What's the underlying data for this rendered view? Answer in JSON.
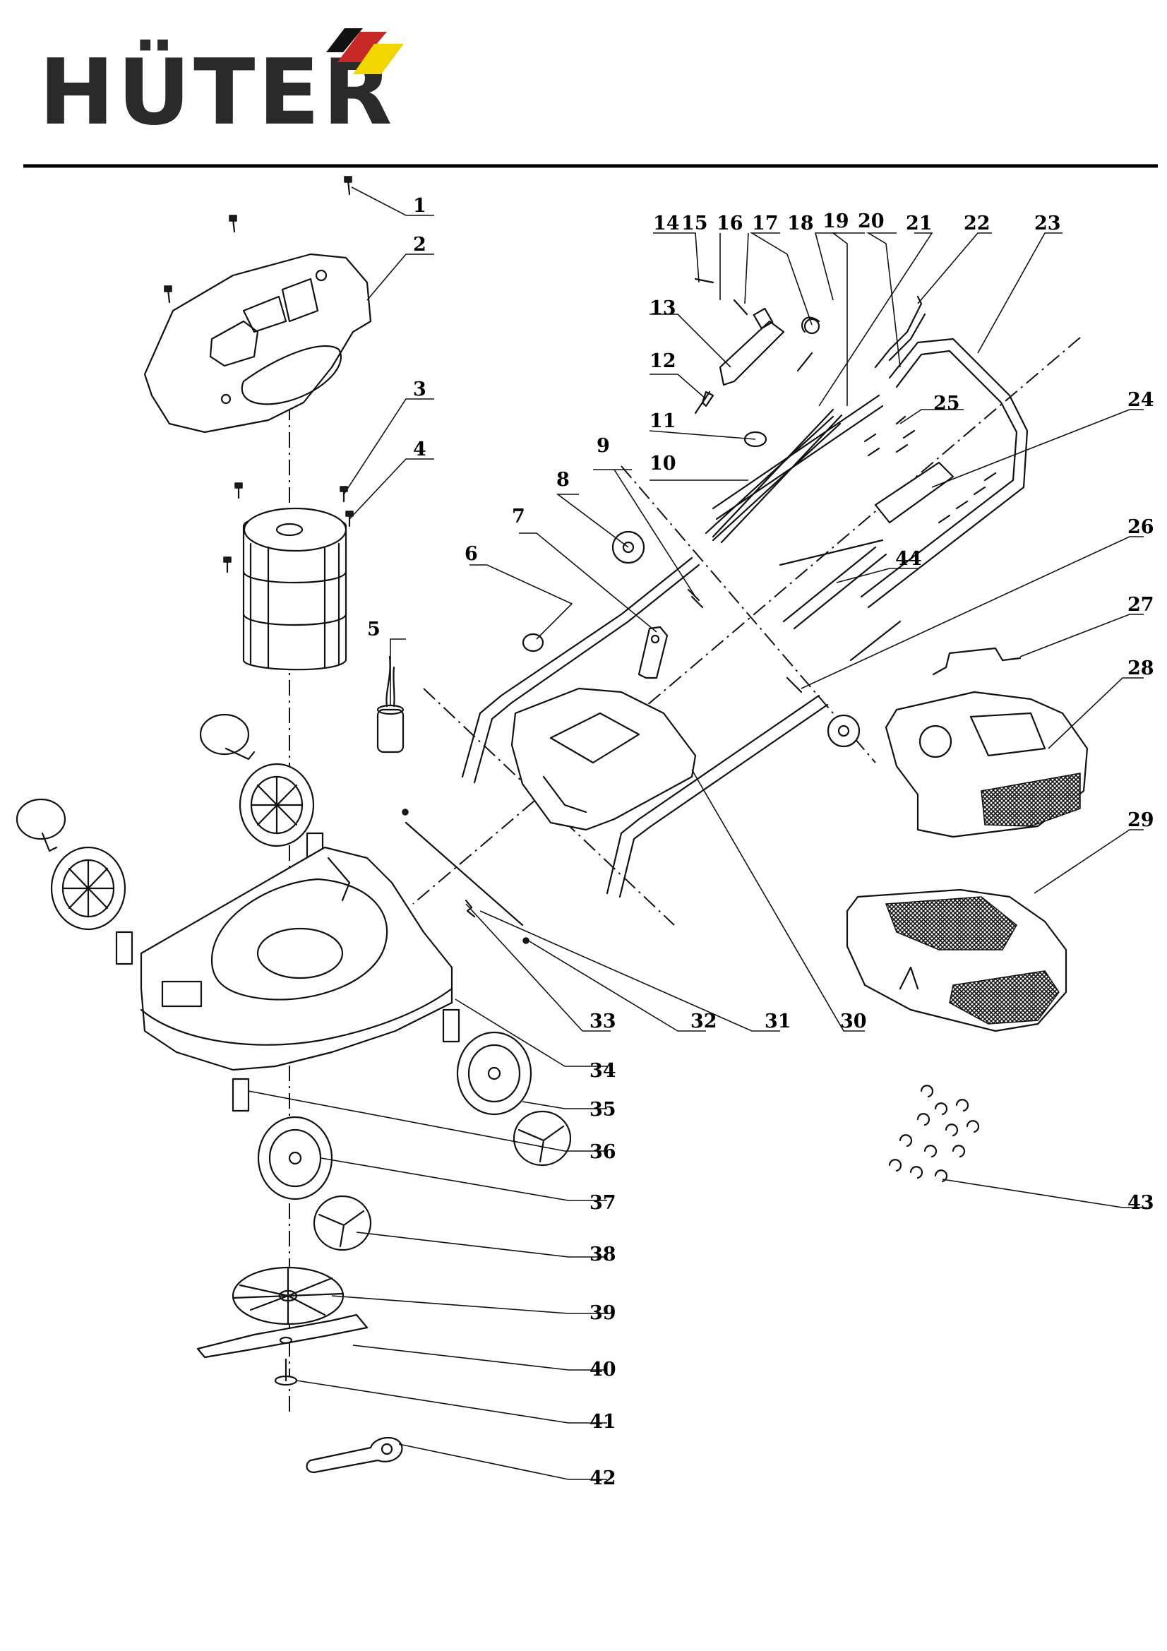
{
  "brand": {
    "name": "HÜTER",
    "colors": {
      "text": "#2a2a2a",
      "red": "#c62828",
      "yellow": "#f2d600",
      "black": "#111111"
    }
  },
  "callouts": [
    {
      "num": "1"
    },
    {
      "num": "2"
    },
    {
      "num": "3"
    },
    {
      "num": "4"
    },
    {
      "num": "5"
    },
    {
      "num": "6"
    },
    {
      "num": "7"
    },
    {
      "num": "8"
    },
    {
      "num": "9"
    },
    {
      "num": "10"
    },
    {
      "num": "11"
    },
    {
      "num": "12"
    },
    {
      "num": "13"
    },
    {
      "num": "14"
    },
    {
      "num": "15"
    },
    {
      "num": "16"
    },
    {
      "num": "17"
    },
    {
      "num": "18"
    },
    {
      "num": "19"
    },
    {
      "num": "20"
    },
    {
      "num": "21"
    },
    {
      "num": "22"
    },
    {
      "num": "23"
    },
    {
      "num": "24"
    },
    {
      "num": "25"
    },
    {
      "num": "26"
    },
    {
      "num": "27"
    },
    {
      "num": "28"
    },
    {
      "num": "29"
    },
    {
      "num": "30"
    },
    {
      "num": "31"
    },
    {
      "num": "32"
    },
    {
      "num": "33"
    },
    {
      "num": "34"
    },
    {
      "num": "35"
    },
    {
      "num": "36"
    },
    {
      "num": "37"
    },
    {
      "num": "38"
    },
    {
      "num": "39"
    },
    {
      "num": "40"
    },
    {
      "num": "41"
    },
    {
      "num": "42"
    },
    {
      "num": "43"
    },
    {
      "num": "44"
    }
  ]
}
